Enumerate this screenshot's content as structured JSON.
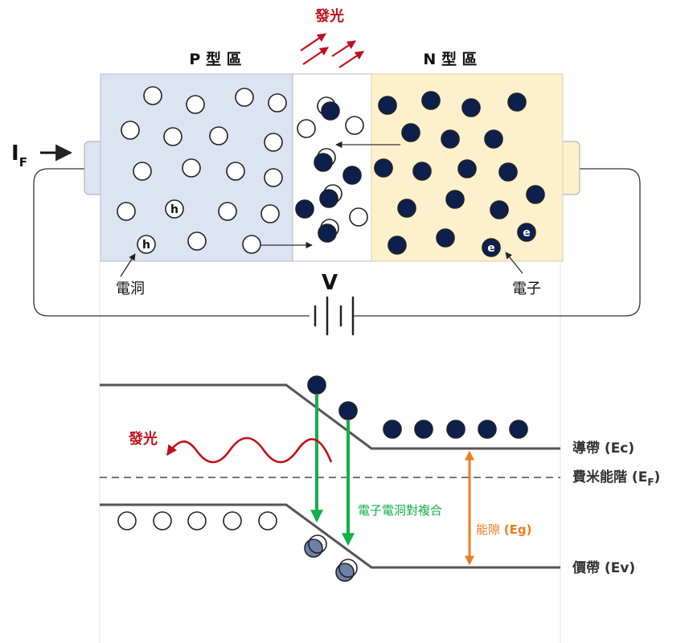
{
  "top": {
    "emission_label": "發光",
    "p_region_label": "P 型 區",
    "n_region_label": "N 型 區",
    "current_label_main": "I",
    "current_label_sub": "F",
    "voltage_label": "V",
    "hole_label": "電洞",
    "electron_label": "電子",
    "hole_symbol": "h",
    "electron_symbol": "e"
  },
  "band": {
    "emission_label": "發光",
    "conduction_band": "導帶 (Ec)",
    "fermi_level_main": "費米能階 (E",
    "fermi_level_sub": "F",
    "fermi_level_close": ")",
    "valence_band": "價帶 (Ev)",
    "recombination": "電子電洞對複合",
    "gap_prefix": "能隙 ",
    "gap_symbol": "(Eg)"
  },
  "colors": {
    "p_region": "#dce3f1",
    "n_region": "#fdf0cc",
    "electron": "#0d1f4d",
    "emission": "#c0111b",
    "recombination": "#12b04a",
    "gap": "#ec7c22",
    "band_line": "#555555"
  }
}
